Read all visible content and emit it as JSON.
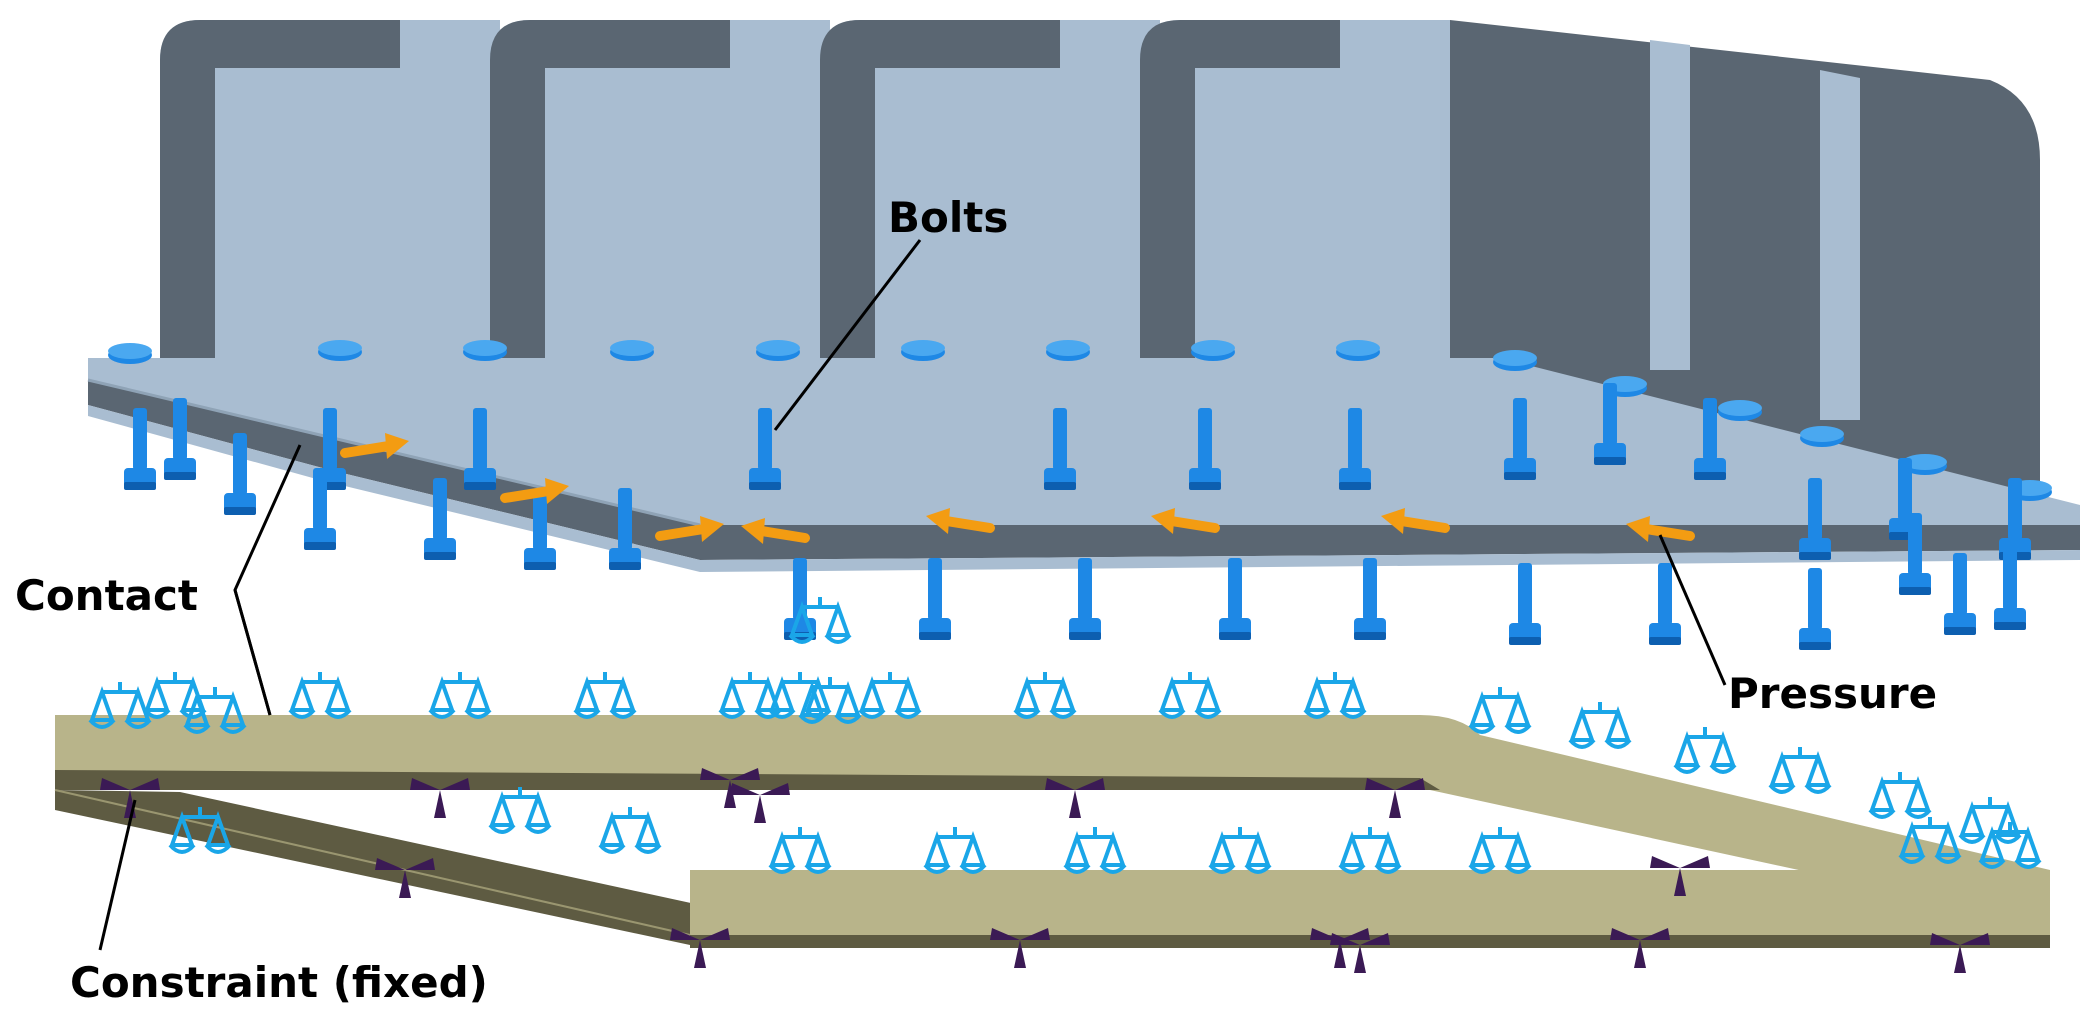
{
  "labels": {
    "bolts": "Bolts",
    "contact": "Contact",
    "pressure": "Pressure",
    "constraint": "Constraint (fixed)"
  },
  "colors": {
    "housing_light": "#a9bdd1",
    "housing_dark": "#5a6672",
    "housing_edge": "#8fa3b6",
    "frame_top": "#b8b48a",
    "frame_side": "#5e5b42",
    "frame_edge": "#9a9670",
    "bolt": "#1e88e5",
    "bolt_dark": "#0d5fb0",
    "pressure_arrow": "#f39c12",
    "contact_symbol": "#1aa6e8",
    "constraint_symbol": "#3b1a55"
  },
  "icons": [
    "bolt-icon",
    "pressure-arrow-icon",
    "contact-symbol-icon",
    "constraint-symbol-icon"
  ]
}
